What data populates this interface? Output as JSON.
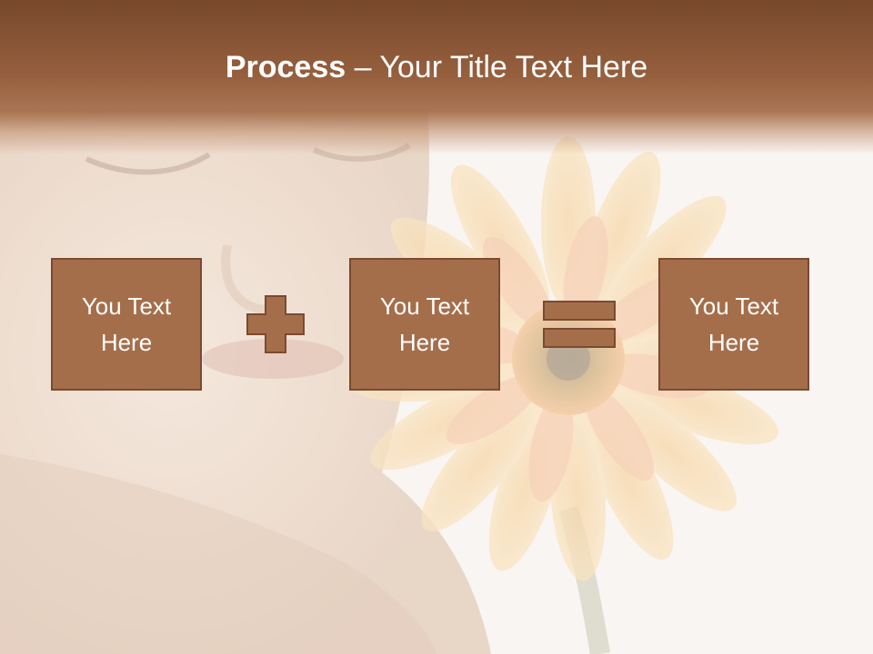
{
  "slide": {
    "title_bold": "Process",
    "title_rest": " – Your Title Text Here",
    "boxes": [
      {
        "label": "You Text Here"
      },
      {
        "label": "You Text Here"
      },
      {
        "label": "You Text Here"
      }
    ],
    "operators": [
      "plus-icon",
      "equals-icon"
    ],
    "colors": {
      "title_band": "#8a5638",
      "box_fill": "#a56e4a",
      "box_border": "#7a4a30",
      "operator_fill": "#a56e4a",
      "text": "#ffffff"
    }
  }
}
